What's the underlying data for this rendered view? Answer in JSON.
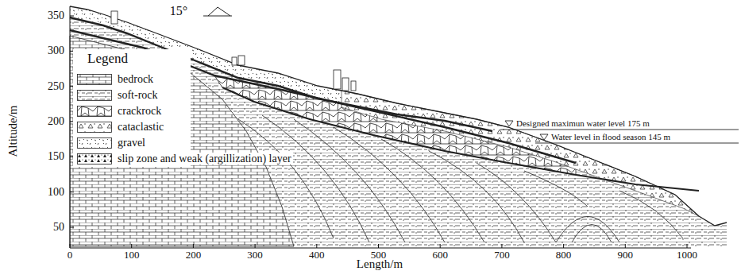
{
  "diagram": {
    "labels": [
      "15°",
      "Legend",
      "Designed maximun water level 175 m",
      "Water level in flood season 145 m",
      "350",
      "300",
      "250",
      "200",
      "150",
      "100",
      "50",
      "Altitude/m",
      "0",
      "100",
      "200",
      "300",
      "400",
      "500",
      "600",
      "700",
      "800",
      "900",
      "1000",
      "Length/m"
    ],
    "legend": [
      {
        "text": "bedrock"
      },
      {
        "text": "soft-rock"
      },
      {
        "text": "crackrock"
      },
      {
        "text": "cataclastic"
      },
      {
        "text": "gravel"
      },
      {
        "text": "slip zone and weak (argillization) layer"
      }
    ]
  }
}
